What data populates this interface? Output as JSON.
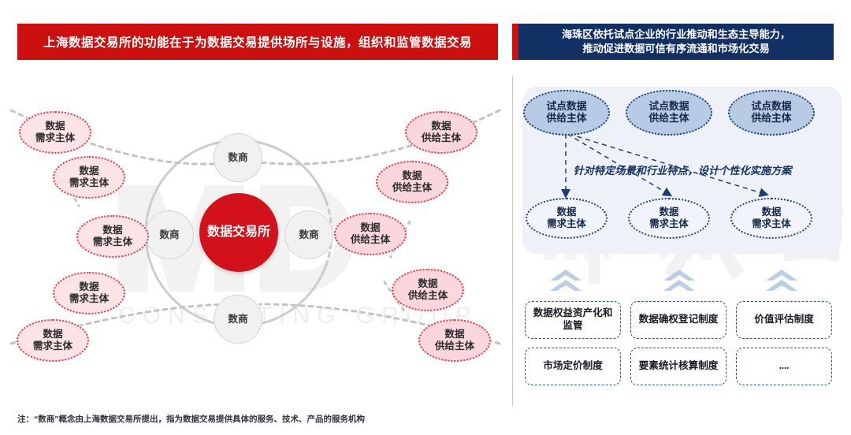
{
  "headers": {
    "left_title": "上海数据交易所的功能在于为数据交易提供场所与设施，组织和监管数据交易",
    "right_title_line1": "海珠区依托试点企业的行业推动和生态主导能力，",
    "right_title_line2": "推动促进数据可信有序流通和市场化交易",
    "red": "#cc1010",
    "navy": "#123063"
  },
  "left_diagram": {
    "center_label": "数据交易所",
    "demand_label": "数据\n需求主体",
    "demand_line1": "数据",
    "demand_line2": "需求主体",
    "supply_line1": "数据",
    "supply_line2": "供给主体",
    "merchant_label": "数商",
    "demand_nodes": [
      {
        "line1": "数据",
        "line2": "需求主体"
      },
      {
        "line1": "数据",
        "line2": "需求主体"
      },
      {
        "line1": "数据",
        "line2": "需求主体"
      },
      {
        "line1": "数据",
        "line2": "需求主体"
      },
      {
        "line1": "数据",
        "line2": "需求主体"
      }
    ],
    "supply_nodes": [
      {
        "line1": "数据",
        "line2": "供给主体"
      },
      {
        "line1": "数据",
        "line2": "供给主体"
      },
      {
        "line1": "数据",
        "line2": "供给主体"
      },
      {
        "line1": "数据",
        "line2": "供给主体"
      },
      {
        "line1": "数据",
        "line2": "供给主体"
      }
    ],
    "merchants": [
      {
        "label": "数商"
      },
      {
        "label": "数商"
      },
      {
        "label": "数商"
      },
      {
        "label": "数商"
      }
    ],
    "center_color": "#d2111b"
  },
  "footnote": "注：“数商”概念由上海数据交易所提出，指为数据交易提供具体的服务、技术、产品的服务机构",
  "right_panel": {
    "pilot_nodes": [
      {
        "line1": "试点数据",
        "line2": "供给主体"
      },
      {
        "line1": "试点数据",
        "line2": "供给主体"
      },
      {
        "line1": "试点数据",
        "line2": "供给主体"
      }
    ],
    "middle_text": "针对特定场景和行业特点，设计个性化实施方案",
    "demand_nodes": [
      {
        "line1": "数据",
        "line2": "需求主体"
      },
      {
        "line1": "数据",
        "line2": "需求主体"
      },
      {
        "line1": "数据",
        "line2": "需求主体"
      }
    ],
    "chevrons": [
      "chevron-up-double",
      "chevron-up-double",
      "chevron-up-double"
    ],
    "institution_boxes": [
      {
        "text": "数据权益资产化和监管"
      },
      {
        "text": "数据确权登记制度"
      },
      {
        "text": "价值评估制度"
      },
      {
        "text": "市场定价制度"
      },
      {
        "text": "要素统计核算制度"
      },
      {
        "text": "...."
      }
    ]
  },
  "watermark": {
    "brand_cn": "中大咨询",
    "brand_en": "CONSULTING GROUP"
  }
}
